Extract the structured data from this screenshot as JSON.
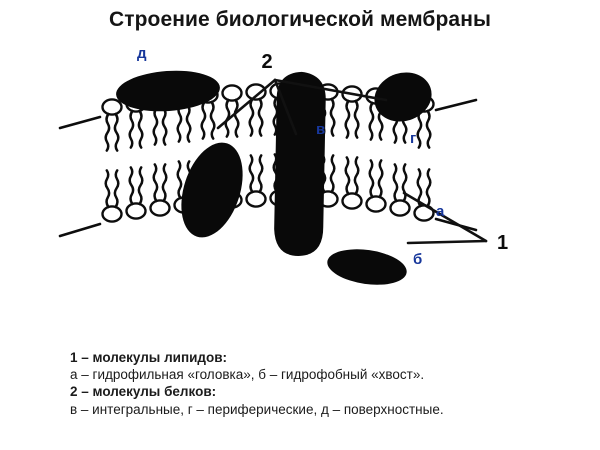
{
  "title": "Строение биологической мембраны",
  "colors": {
    "label_blue": "#17379b",
    "ink": "#0d0d0d",
    "background": "#ffffff"
  },
  "diagram": {
    "name": "biological-membrane-diagram",
    "callouts": [
      {
        "id": "num2",
        "text": "2",
        "kind": "number",
        "meaning": "protein molecules"
      },
      {
        "id": "num1",
        "text": "1",
        "kind": "number",
        "meaning": "lipid molecules"
      },
      {
        "id": "d",
        "text": "д",
        "kind": "letter",
        "meaning": "surface protein"
      },
      {
        "id": "v",
        "text": "в",
        "kind": "letter",
        "meaning": "integral protein"
      },
      {
        "id": "g",
        "text": "г",
        "kind": "letter",
        "meaning": "peripheral protein"
      },
      {
        "id": "a",
        "text": "а",
        "kind": "letter",
        "meaning": "hydrophilic head"
      },
      {
        "id": "b",
        "text": "б",
        "kind": "letter",
        "meaning": "hydrophobic tail"
      }
    ]
  },
  "legend": {
    "lines": [
      {
        "text": "1 – молекулы липидов:",
        "bold": true
      },
      {
        "text": "а – гидрофильная «головка», б – гидрофобный «хвост».",
        "bold": false
      },
      {
        "text": "2 – молекулы белков:",
        "bold": true
      },
      {
        "text": "в – интегральные, г – периферические, д – поверхностные.",
        "bold": false
      }
    ]
  }
}
